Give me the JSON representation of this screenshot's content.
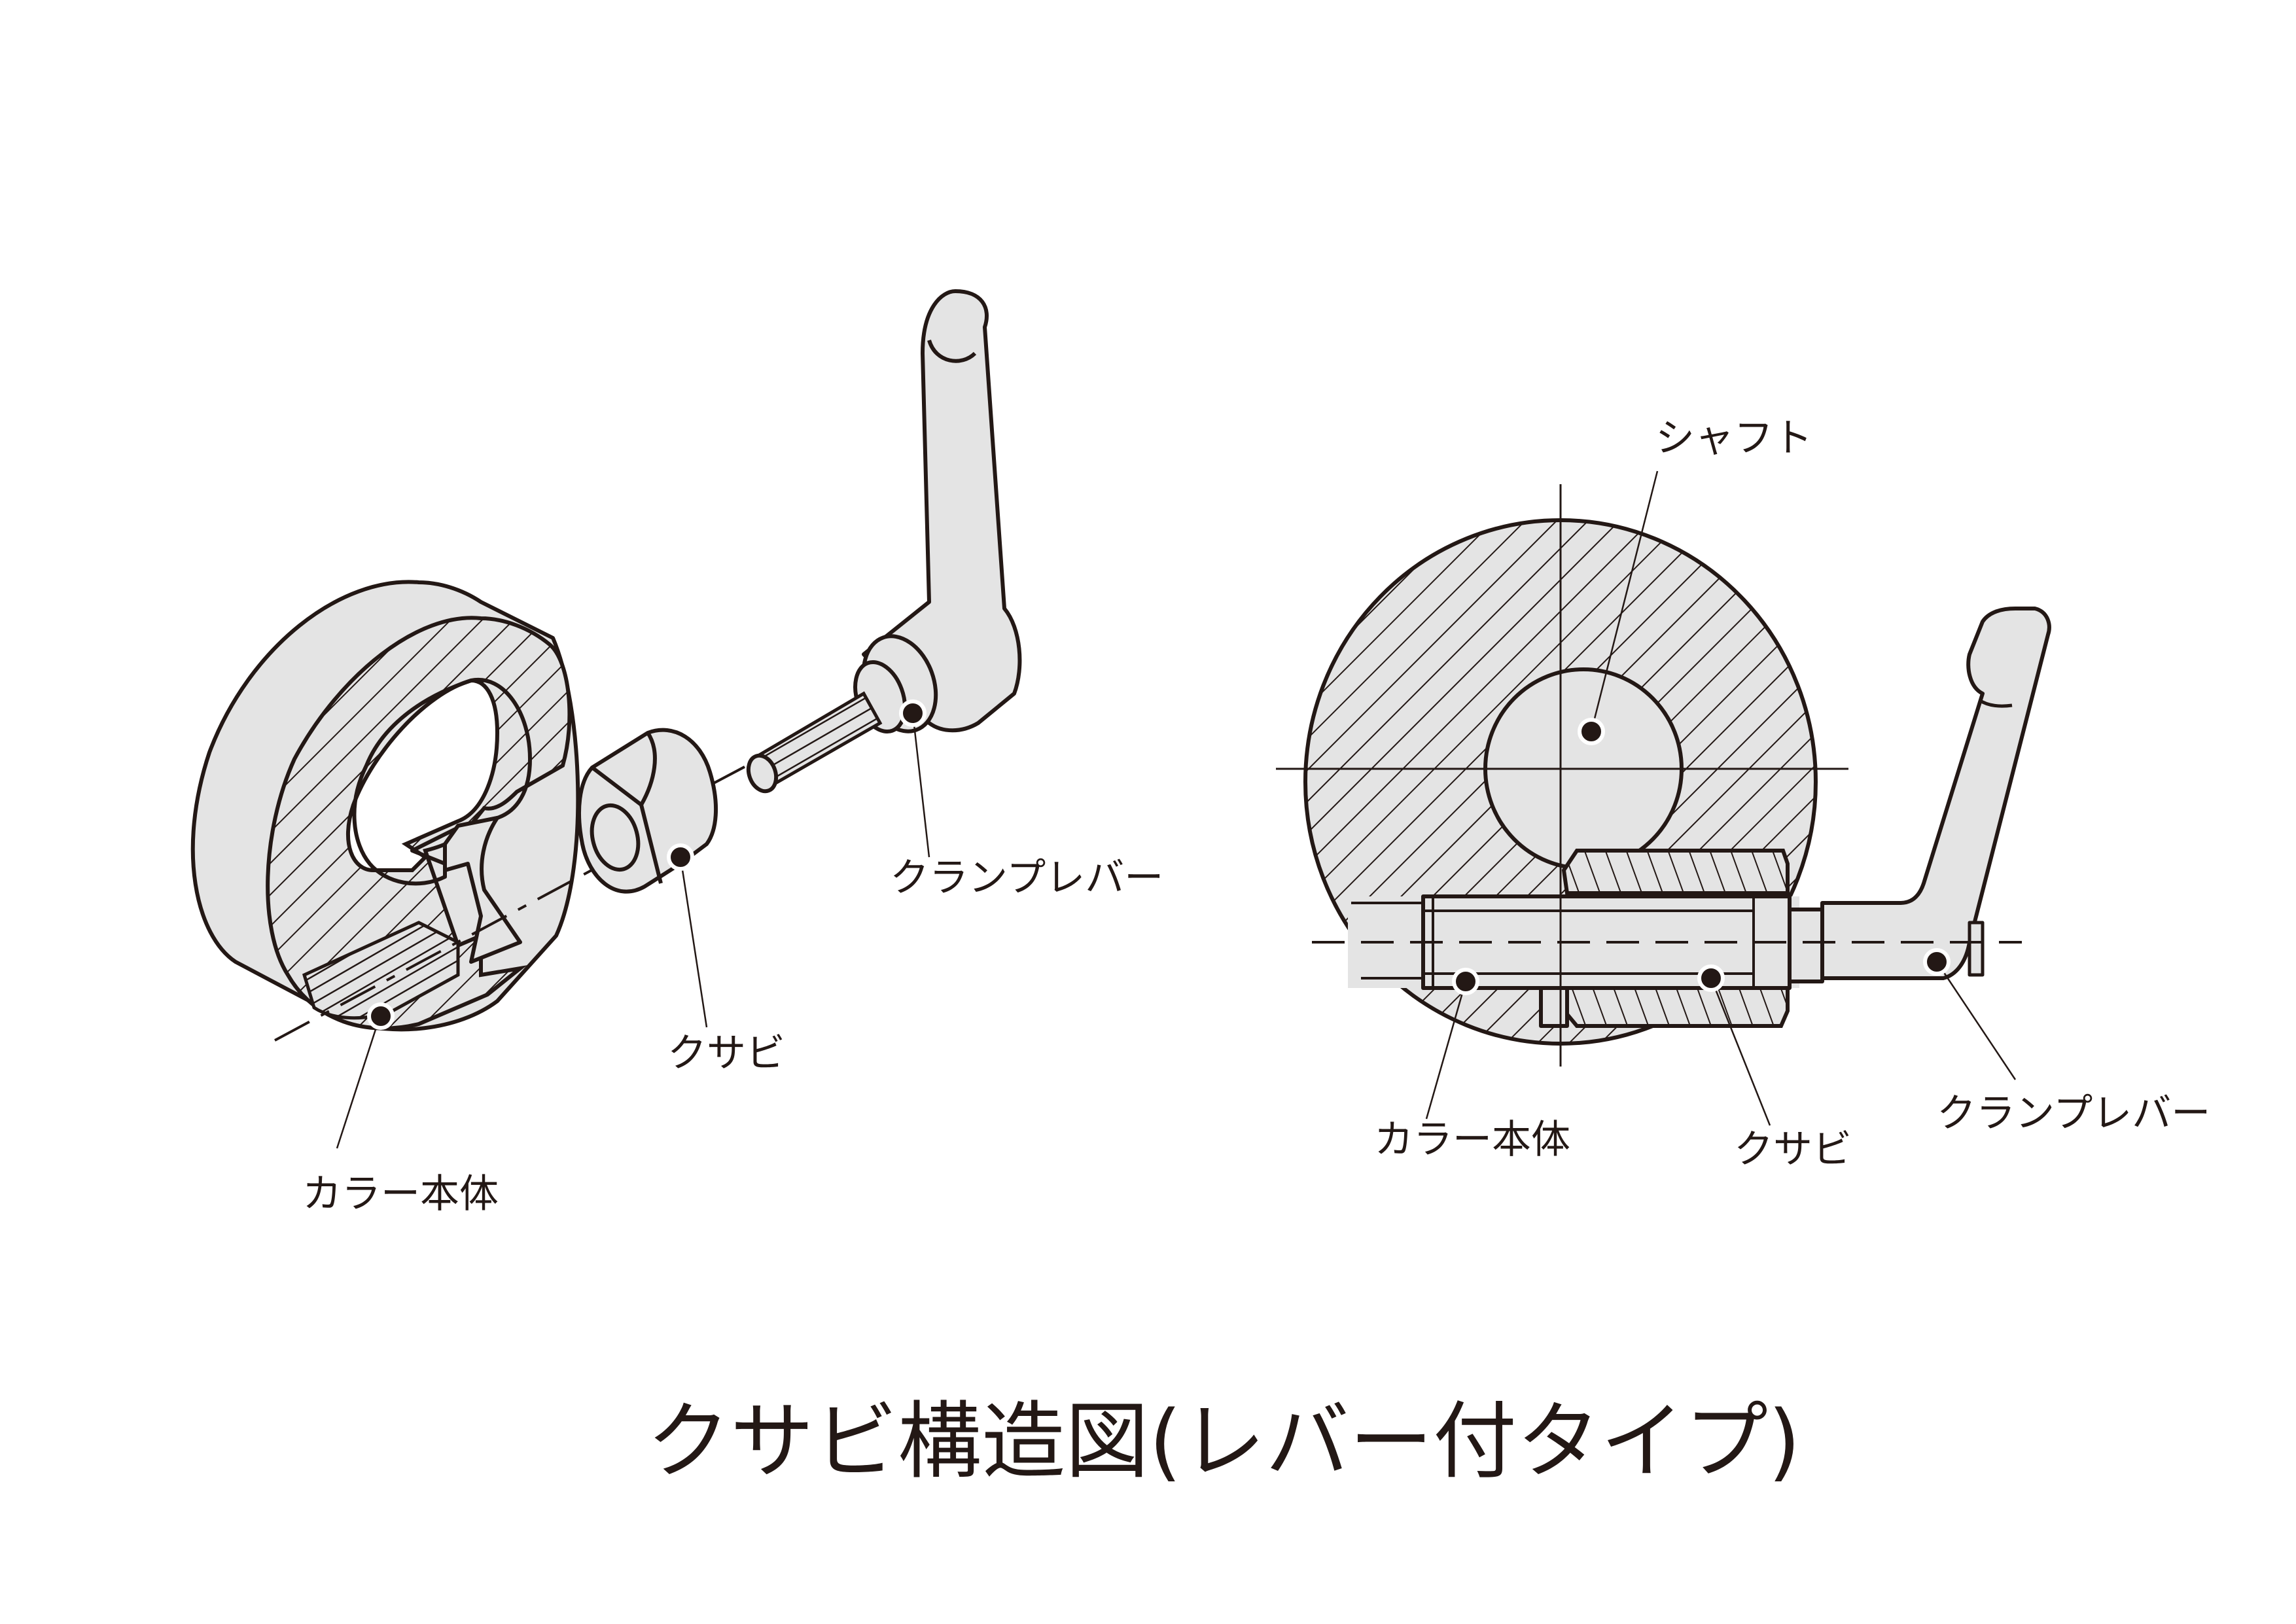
{
  "title": "クサビ構造図(レバー付タイプ)",
  "colors": {
    "line": "#231815",
    "part_fill": "#e4e4e4",
    "background": "#ffffff"
  },
  "exploded_view": {
    "labels": {
      "collar_body": "カラー本体",
      "wedge": "クサビ",
      "clamp_lever": "クランプレバー"
    }
  },
  "section_view": {
    "labels": {
      "shaft": "シャフト",
      "collar_body": "カラー本体",
      "wedge": "クサビ",
      "clamp_lever": "クランプレバー"
    }
  }
}
